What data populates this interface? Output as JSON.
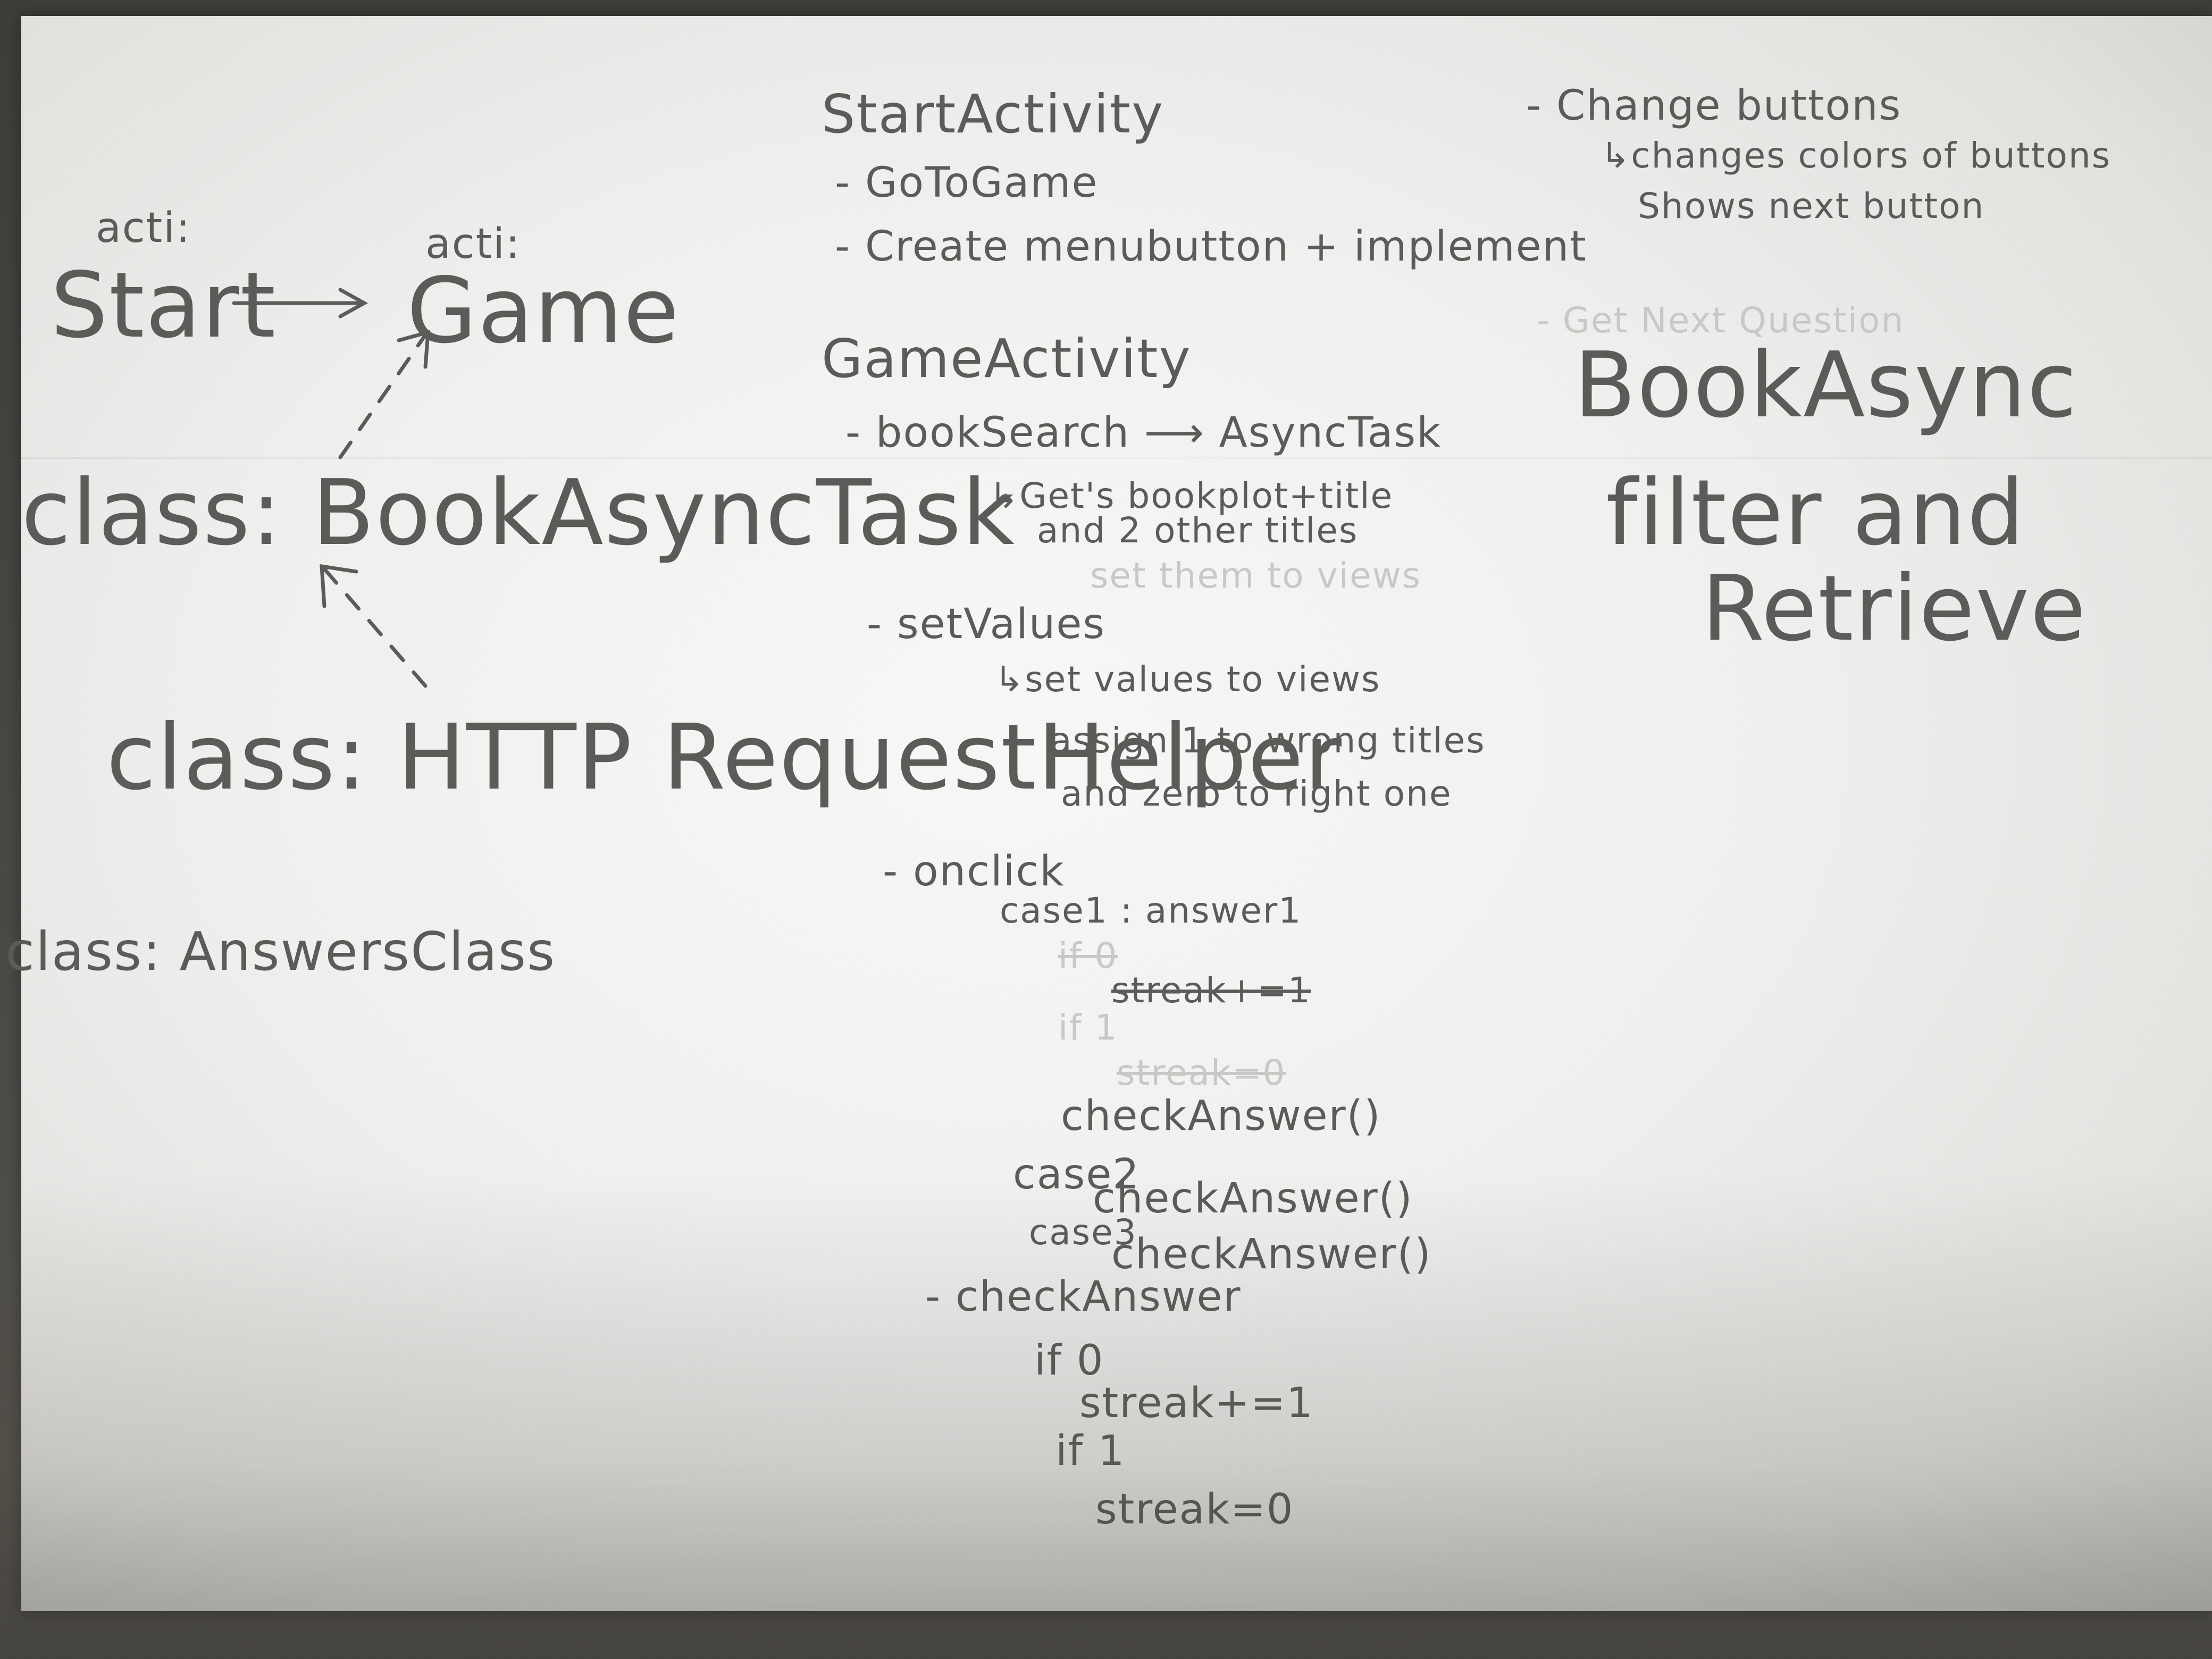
{
  "diagram": {
    "start_prefix": "acti:",
    "start_label": "Start",
    "game_prefix": "acti:",
    "game_label": "Game",
    "book_async_task": "class: BookAsyncTask",
    "http_helper": "class: HTTP RequestHelper",
    "answers_class": "class: AnswersClass"
  },
  "start_activity": {
    "title": "StartActivity",
    "items": [
      "- GoToGame",
      "- Create menubutton + implement"
    ]
  },
  "game_activity": {
    "title": "GameActivity",
    "book_search": "- bookSearch ⟶ AsyncTask",
    "book_search_note_1": "↳Get's bookplot+title",
    "book_search_note_2": "and 2 other titles",
    "book_search_note_faint": "set them to views",
    "set_values": "- setValues",
    "set_values_note_1": "↳set values to views",
    "set_values_note_2": "assign 1 to wrong titles",
    "set_values_note_3": "and zero to right one",
    "onclick": "- onclick",
    "case1": "case1 : answer1",
    "case1_strike_1": "if 0",
    "case1_strike_2": "streak+=1",
    "case1_strike_3": "if 1",
    "case1_strike_4": "streak=0",
    "case1_call": "checkAnswer()",
    "case2": "case2",
    "case2_call": "checkAnswer()",
    "case3": "case3",
    "case3_call": "checkAnswer()",
    "check_answer": "- checkAnswer",
    "check_if0": "if 0",
    "check_streak_inc": "streak+=1",
    "check_if1": "if 1",
    "check_streak_reset": "streak=0"
  },
  "right_column": {
    "change_buttons": "- Change buttons",
    "change_note_1": "↳changes colors of buttons",
    "change_note_2": "Shows next button",
    "get_next_question_faint": "- Get Next Question",
    "book_async": "BookAsync",
    "filter_and": "filter and",
    "retrieve": "Retrieve"
  }
}
